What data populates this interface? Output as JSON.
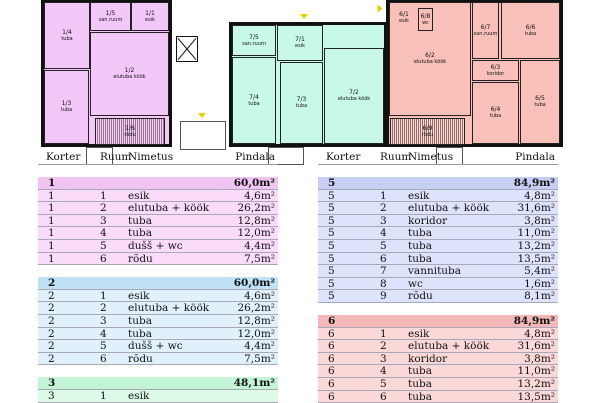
{
  "plan": {
    "rooms": {
      "r1_1": {
        "id": "1/1",
        "name": "esik"
      },
      "r1_2": {
        "id": "1/2",
        "name": "elutuba köök"
      },
      "r1_3": {
        "id": "1/3",
        "name": "tuba"
      },
      "r1_4": {
        "id": "1/4",
        "name": "tuba"
      },
      "r1_5": {
        "id": "1/5",
        "name": "san.ruum"
      },
      "r1_6": {
        "id": "1/6",
        "name": "rõdu"
      },
      "r7_1": {
        "id": "7/1",
        "name": "esik"
      },
      "r7_2": {
        "id": "7/2",
        "name": "elutuba köök"
      },
      "r7_3": {
        "id": "7/3",
        "name": "tuba"
      },
      "r7_4": {
        "id": "7/4",
        "name": "tuba"
      },
      "r7_5": {
        "id": "7/5",
        "name": "san.ruum"
      },
      "r6_1": {
        "id": "6/1",
        "name": "esik"
      },
      "r6_2": {
        "id": "6/2",
        "name": "elutuba köök"
      },
      "r6_3": {
        "id": "6/3",
        "name": "koridor"
      },
      "r6_4": {
        "id": "6/4",
        "name": "tuba"
      },
      "r6_5": {
        "id": "6/5",
        "name": "tuba"
      },
      "r6_6": {
        "id": "6/6",
        "name": "tuba"
      },
      "r6_7": {
        "id": "6/7",
        "name": "san.ruum"
      },
      "r6_8": {
        "id": "6/8",
        "name": "wc"
      },
      "r6_9": {
        "id": "6/9",
        "name": "rõdu"
      }
    }
  },
  "table": {
    "headers": {
      "korter": "Korter",
      "ruum": "Ruum",
      "nimetus": "Nimetus",
      "pindala": "Pindala"
    },
    "g1": {
      "k": "1",
      "total": "60,0m²",
      "rows": [
        [
          "1",
          "1",
          "esik",
          "4,6m²"
        ],
        [
          "1",
          "2",
          "elutuba + köök",
          "26,2m²"
        ],
        [
          "1",
          "3",
          "tuba",
          "12,8m²"
        ],
        [
          "1",
          "4",
          "tuba",
          "12,0m²"
        ],
        [
          "1",
          "5",
          "dušš + wc",
          "4,4m²"
        ],
        [
          "1",
          "6",
          "rõdu",
          "7,5m²"
        ]
      ]
    },
    "g2": {
      "k": "2",
      "total": "60,0m²",
      "rows": [
        [
          "2",
          "1",
          "esik",
          "4,6m²"
        ],
        [
          "2",
          "2",
          "elutuba + köök",
          "26,2m²"
        ],
        [
          "2",
          "3",
          "tuba",
          "12,8m²"
        ],
        [
          "2",
          "4",
          "tuba",
          "12,0m²"
        ],
        [
          "2",
          "5",
          "dušš + wc",
          "4,4m²"
        ],
        [
          "2",
          "6",
          "rõdu",
          "7,5m²"
        ]
      ]
    },
    "g3": {
      "k": "3",
      "total": "48,1m²",
      "rows": [
        [
          "3",
          "1",
          "esik",
          ""
        ]
      ]
    },
    "g5": {
      "k": "5",
      "total": "84,9m²",
      "rows": [
        [
          "5",
          "1",
          "esik",
          "4,8m²"
        ],
        [
          "5",
          "2",
          "elutuba + köök",
          "31,6m²"
        ],
        [
          "5",
          "3",
          "koridor",
          "3,8m²"
        ],
        [
          "5",
          "4",
          "tuba",
          "11,0m²"
        ],
        [
          "5",
          "5",
          "tuba",
          "13,2m²"
        ],
        [
          "5",
          "6",
          "tuba",
          "13,5m²"
        ],
        [
          "5",
          "7",
          "vannituba",
          "5,4m²"
        ],
        [
          "5",
          "8",
          "wc",
          "1,6m²"
        ],
        [
          "5",
          "9",
          "rõdu",
          "8,1m²"
        ]
      ]
    },
    "g6": {
      "k": "6",
      "total": "84,9m²",
      "rows": [
        [
          "6",
          "1",
          "esik",
          "4,8m²"
        ],
        [
          "6",
          "2",
          "elutuba + köök",
          "31,6m²"
        ],
        [
          "6",
          "3",
          "koridor",
          "3,8m²"
        ],
        [
          "6",
          "4",
          "tuba",
          "11,0m²"
        ],
        [
          "6",
          "5",
          "tuba",
          "13,2m²"
        ],
        [
          "6",
          "6",
          "tuba",
          "13,5m²"
        ]
      ]
    }
  }
}
